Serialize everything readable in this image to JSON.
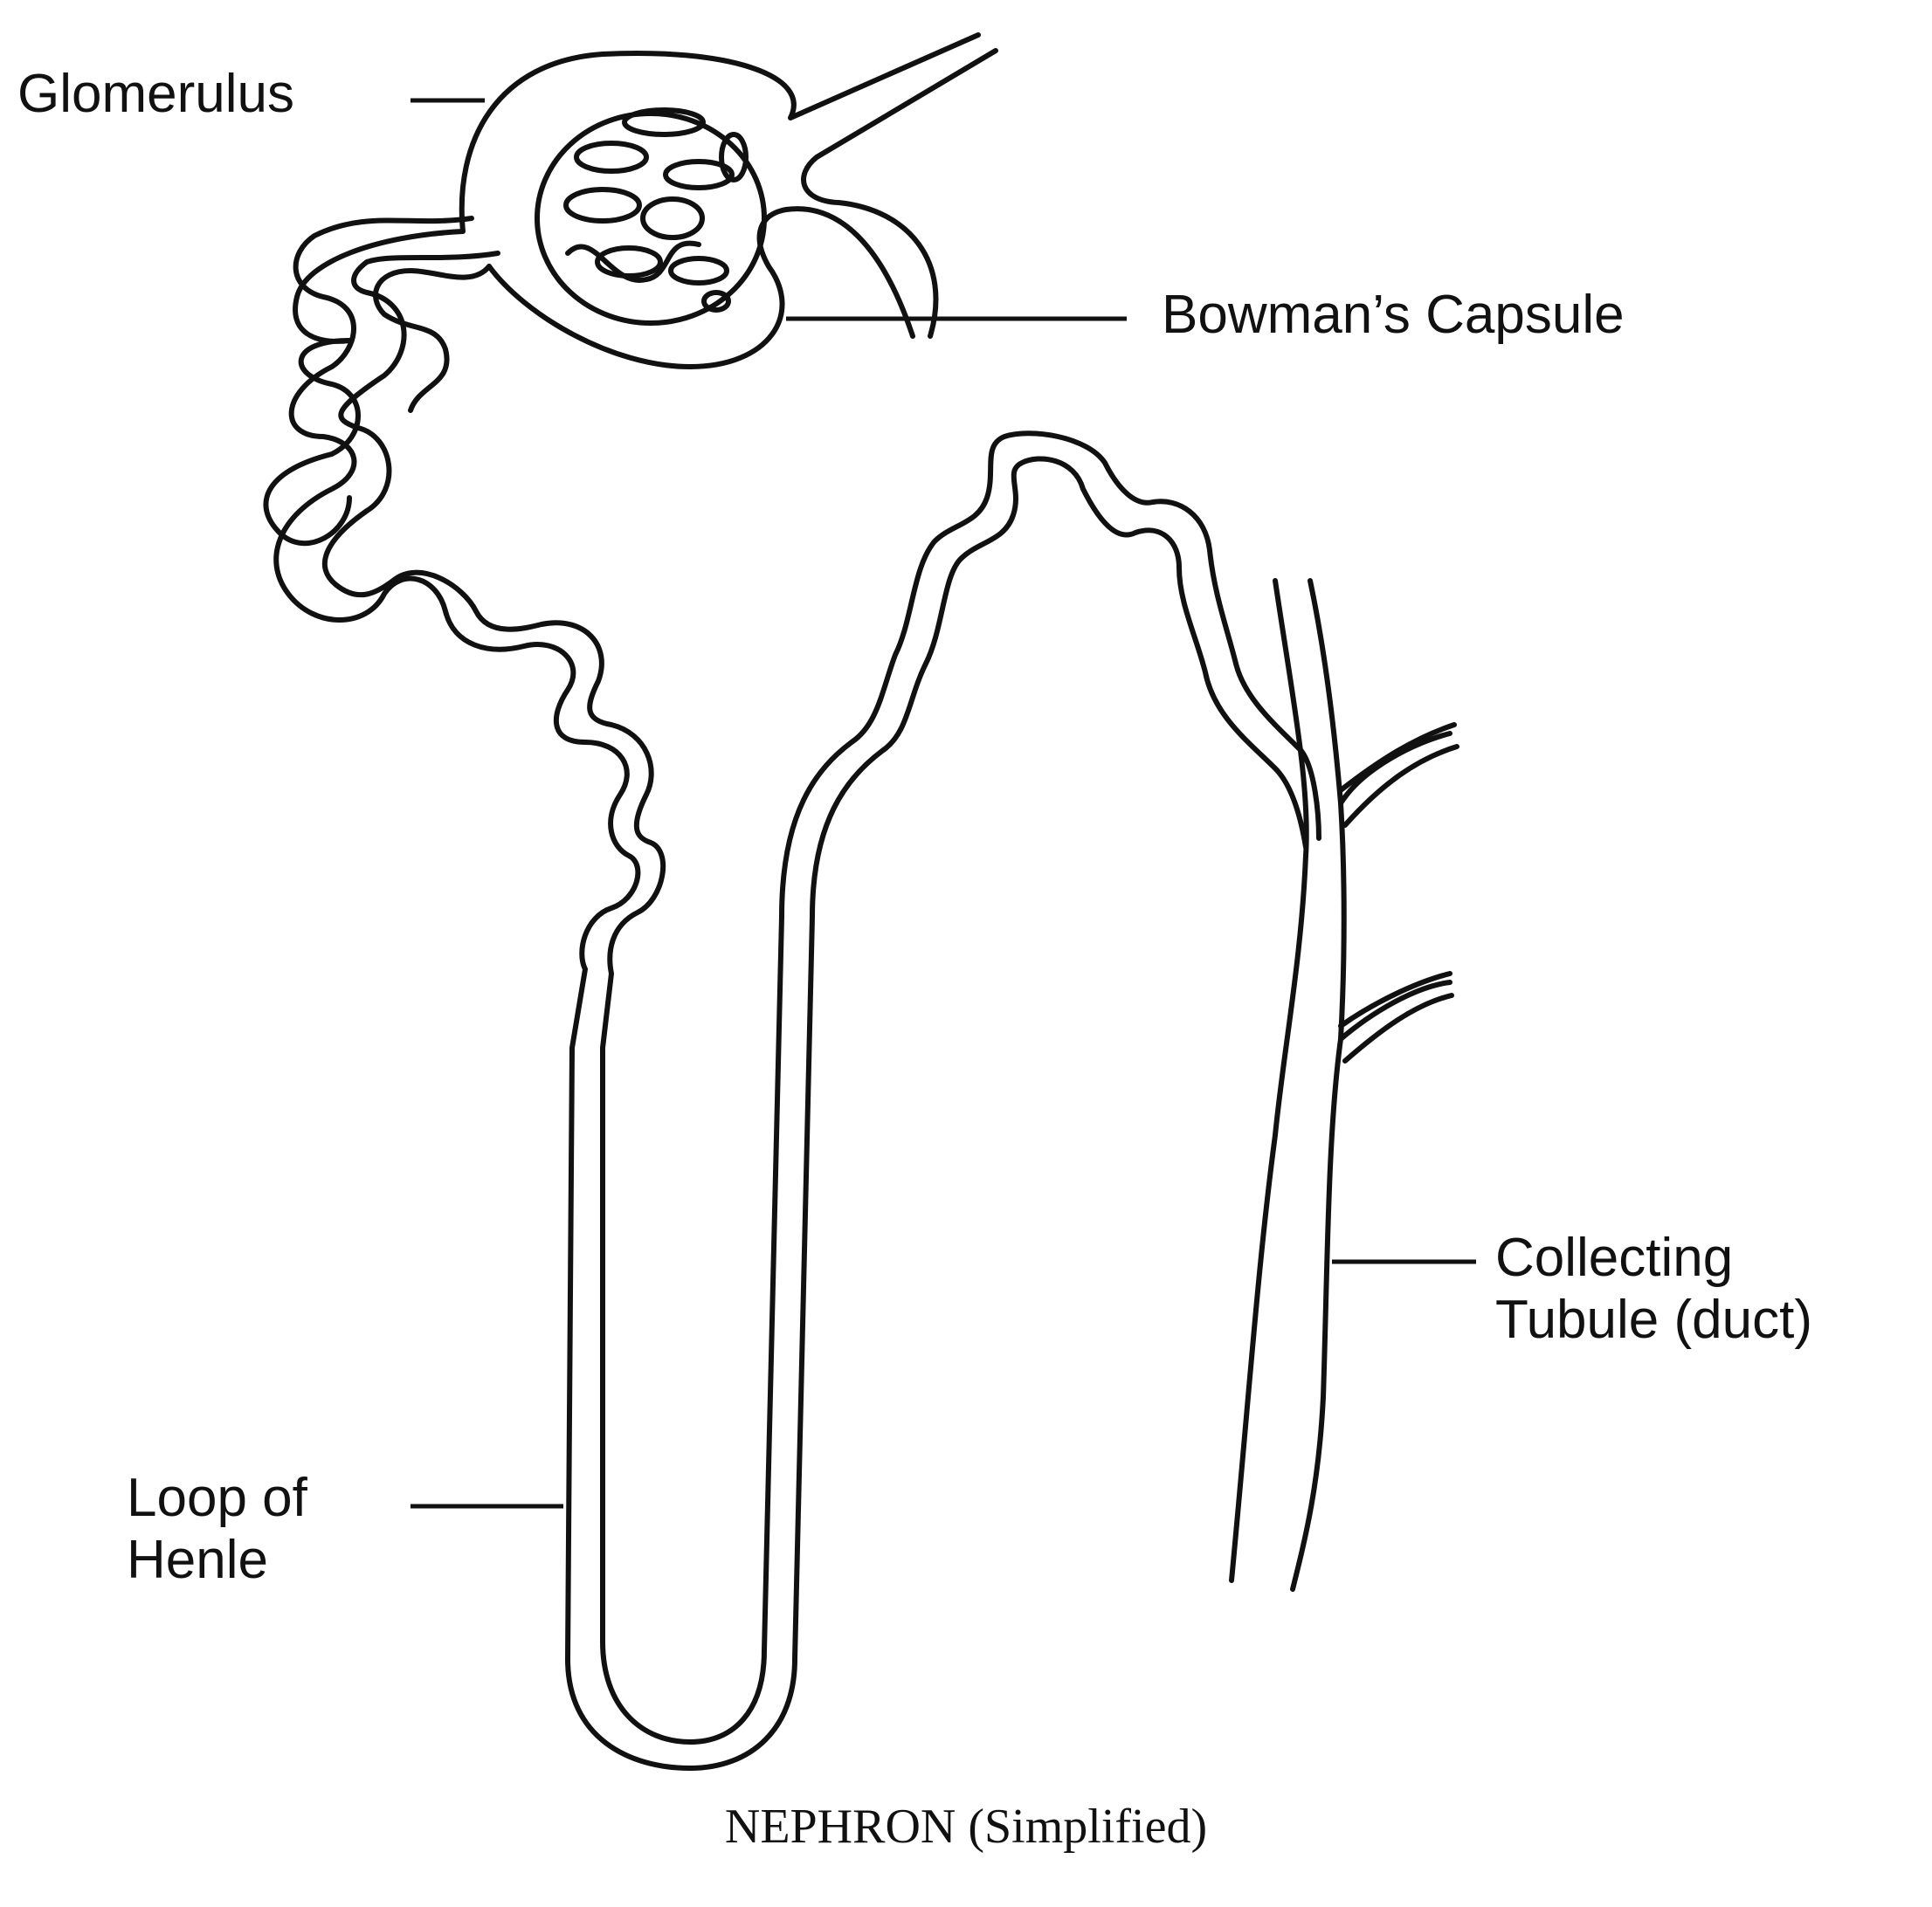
{
  "labels": {
    "glomerulus": "Glomerulus",
    "bowmans_capsule": "Bowman’s Capsule",
    "collecting_line1": "Collecting",
    "collecting_line2": "Tubule (duct)",
    "loop_line1": "Loop of",
    "loop_line2": "Henle"
  },
  "caption": "NEPHRON (Simplified)",
  "colors": {
    "ink": "#111111",
    "paper": "#ffffff"
  }
}
